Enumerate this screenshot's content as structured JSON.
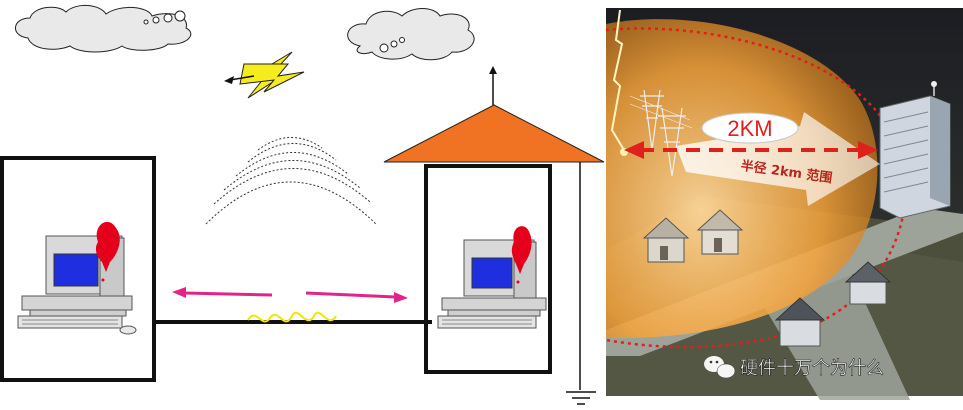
{
  "diagram": {
    "left_panel": {
      "label": "",
      "elements": [
        "cloud-left",
        "cloud-right",
        "lightning-bolt",
        "radio-waves",
        "house-roof",
        "antenna-arrow",
        "computer-left",
        "computer-right",
        "signal-arrows",
        "interference-squiggle",
        "ground-symbol"
      ]
    },
    "right_panel": {
      "distance_label": "2KM",
      "radius_label": "半径 2km 范围",
      "watermark_text": "硬件十万个为什么",
      "colors": {
        "dome": "#f6a33a",
        "arrow_red": "#e0201a",
        "label_bg": "#ffffff"
      }
    }
  }
}
